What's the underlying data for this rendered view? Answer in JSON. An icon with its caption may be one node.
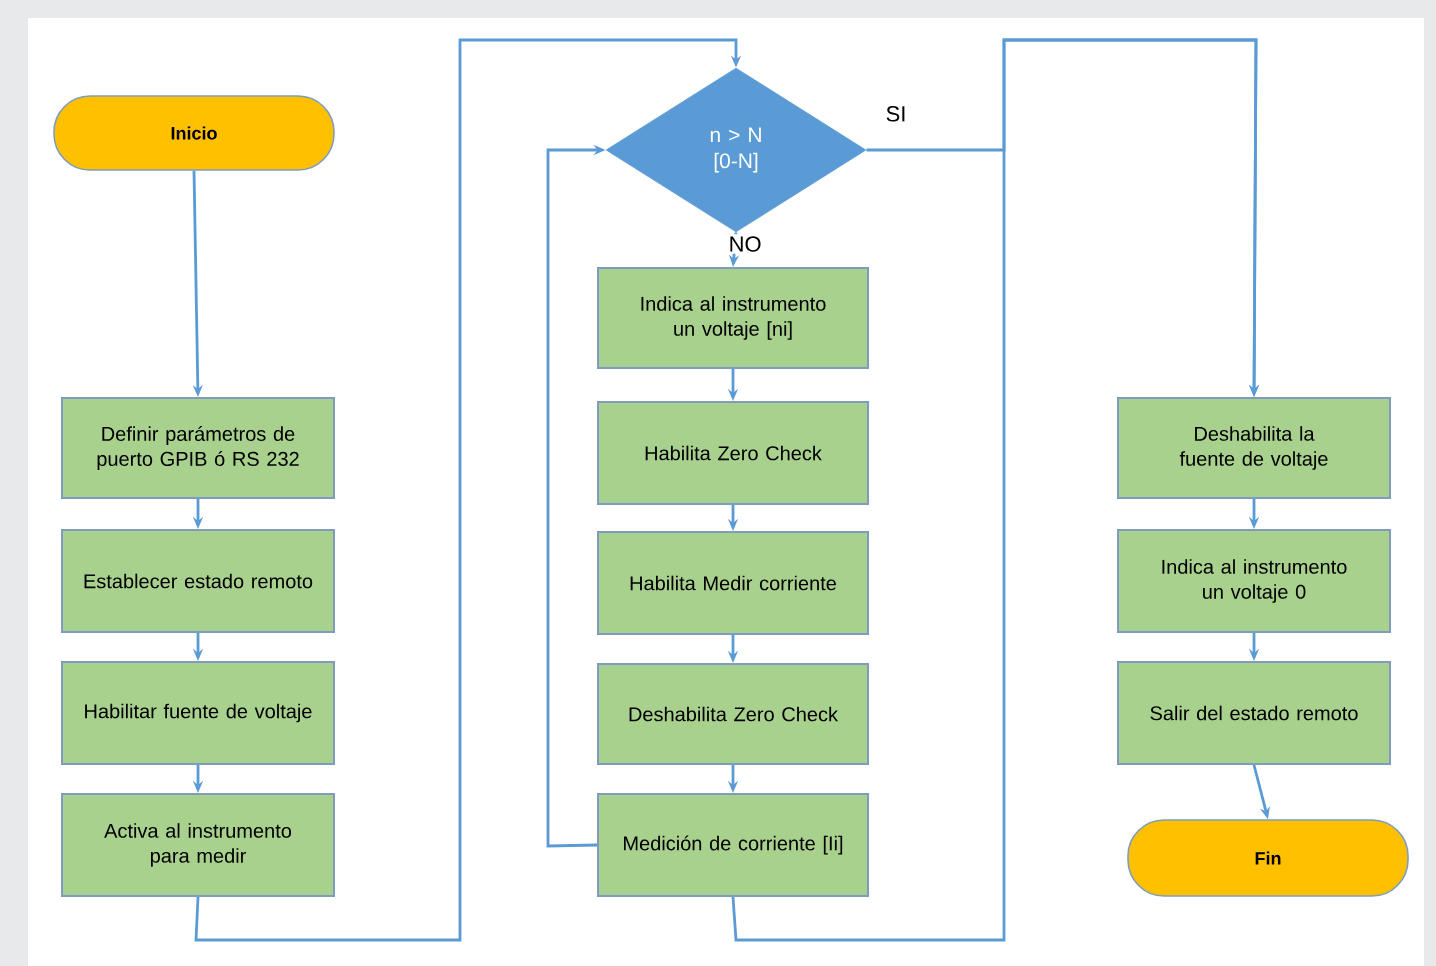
{
  "diagram": {
    "nodes": [
      {
        "text": [
          "Inicio"
        ]
      },
      {
        "text": [
          "Definir parámetros de puerto GPIB ó RS 232"
        ]
      },
      {
        "text": [
          "Establecer estado remoto"
        ]
      },
      {
        "text": [
          "Habilitar fuente de voltaje"
        ]
      },
      {
        "text": [
          "Activa al instrumento para medir"
        ]
      },
      {
        "text": [
          "n > N [0-N]"
        ]
      },
      {
        "text": [
          "Indica al instrumento un voltaje [ni]"
        ]
      },
      {
        "text": [
          "Habilita Zero Check"
        ]
      },
      {
        "text": [
          "Habilita Medir corriente"
        ]
      },
      {
        "text": [
          "Deshabilita Zero Check"
        ]
      },
      {
        "text": [
          "Medición de corriente [Ii]"
        ]
      },
      {
        "text": [
          "Deshabilita la fuente de voltaje"
        ]
      },
      {
        "text": [
          "Indica al instrumento un voltaje 0"
        ]
      },
      {
        "text": [
          "Salir del estado remoto"
        ]
      },
      {
        "text": [
          "Fin"
        ]
      }
    ],
    "edges": [
      {
        "from": 0,
        "to": 1,
        "arrow": "to"
      },
      {
        "from": 1,
        "to": 2,
        "arrow": "to"
      },
      {
        "from": 2,
        "to": 3,
        "arrow": "to"
      },
      {
        "from": 3,
        "to": 4,
        "arrow": "to"
      },
      {
        "from": 4,
        "to": 5,
        "arrow": "to"
      },
      {
        "from": 5,
        "to": 6,
        "arrow": "to",
        "label": "NO"
      },
      {
        "from": 6,
        "to": 7,
        "arrow": "to"
      },
      {
        "from": 7,
        "to": 8,
        "arrow": "to"
      },
      {
        "from": 8,
        "to": 9,
        "arrow": "to"
      },
      {
        "from": 9,
        "to": 10,
        "arrow": "to"
      },
      {
        "from": 10,
        "to": 5,
        "arrow": "to"
      },
      {
        "from": 5,
        "to": 11,
        "arrow": "to",
        "label": "SI"
      },
      {
        "from": 10,
        "to": 11,
        "arrow": "to"
      },
      {
        "from": 11,
        "to": 12,
        "arrow": "to"
      },
      {
        "from": 12,
        "to": 13,
        "arrow": "to"
      },
      {
        "from": 13,
        "to": 14,
        "arrow": "to"
      }
    ]
  }
}
